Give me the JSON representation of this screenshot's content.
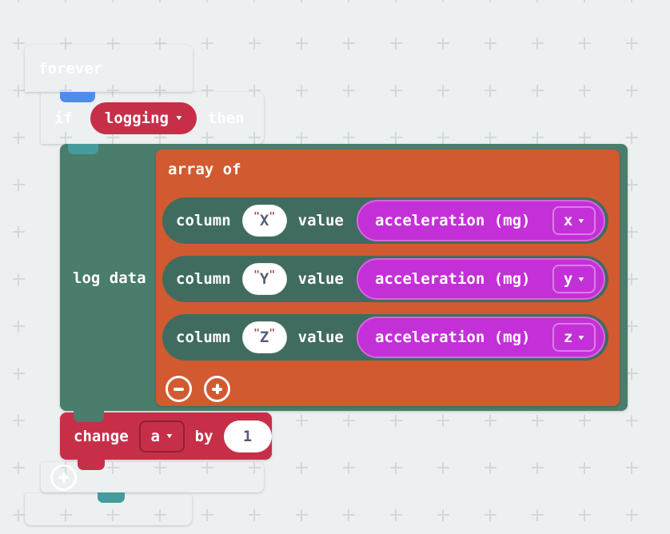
{
  "colors": {
    "bg": "#ecf0f1",
    "grid-cross": "#d3d8db",
    "blue": "#4B8DE9",
    "teal": "#459C9C",
    "green": "#4A7D6B",
    "green-dark": "#406C5F",
    "orange": "#D15A31",
    "crimson": "#C72F48",
    "magenta": "#C430D8",
    "magenta-border": "#D668E1",
    "slate": "#575E75",
    "quote": "#A94B4B"
  },
  "forever_block": {
    "label": "forever"
  },
  "if_block": {
    "if_label": "if",
    "condition": {
      "label": "logging"
    },
    "then_label": "then"
  },
  "log_data_block": {
    "label": "log data"
  },
  "array_block": {
    "label": "array of",
    "rows": [
      {
        "column_label": "column",
        "name": "X",
        "value_label": "value",
        "sensor": {
          "label": "acceleration (mg)",
          "axis": "x"
        }
      },
      {
        "column_label": "column",
        "name": "Y",
        "value_label": "value",
        "sensor": {
          "label": "acceleration (mg)",
          "axis": "y"
        }
      },
      {
        "column_label": "column",
        "name": "Z",
        "value_label": "value",
        "sensor": {
          "label": "acceleration (mg)",
          "axis": "z"
        }
      }
    ]
  },
  "change_block": {
    "change_label": "change",
    "variable": "a",
    "by_label": "by",
    "value": "1"
  },
  "glyphs": {
    "dropdown_arrow": "▾",
    "quote": "\""
  },
  "icons": {
    "remove_row": "minus-circle-icon",
    "add_row": "plus-circle-icon",
    "expand_if": "plus-circle-icon",
    "dropdown": "chevron-down-icon"
  },
  "grid": {
    "spacing": 59
  }
}
